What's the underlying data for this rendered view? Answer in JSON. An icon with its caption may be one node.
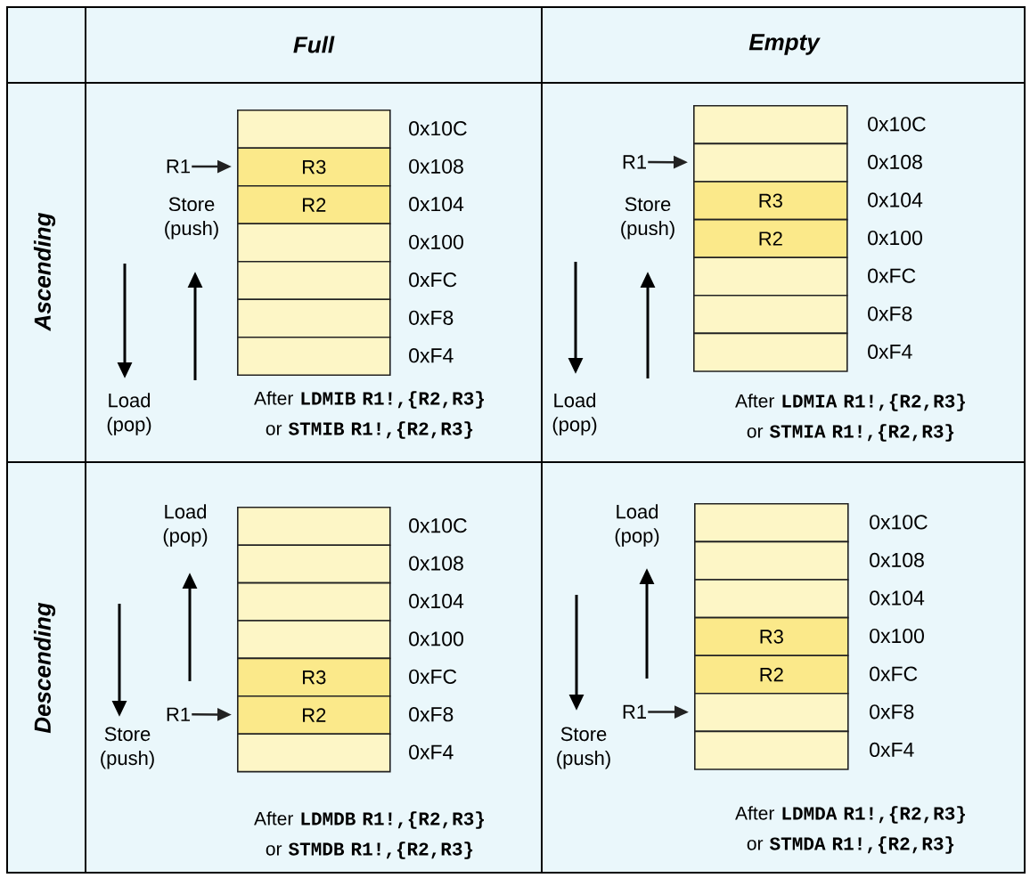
{
  "diagram": {
    "nodes": [
      {
        "text": [],
        "shape": "box",
        "beside": [
          "0x10C"
        ]
      },
      {
        "text": [
          "R3"
        ],
        "beside": [
          "0x108"
        ]
      },
      {
        "text": [
          "R2"
        ],
        "beside": [
          "0x104"
        ]
      },
      {
        "text": [],
        "shape": "box",
        "beside": [
          "0x100"
        ]
      },
      {
        "text": [],
        "shape": "box",
        "beside": [
          "0xFC"
        ]
      },
      {
        "text": [],
        "shape": "box",
        "beside": [
          "0xF8"
        ]
      },
      {
        "text": [],
        "shape": "box",
        "beside": [
          "0xF4"
        ]
      },
      {
        "text": [
          "R1"
        ]
      },
      {
        "text": [],
        "shape": "box",
        "beside": [
          "0x10C"
        ]
      },
      {
        "text": [],
        "shape": "box",
        "beside": [
          "0x108"
        ]
      },
      {
        "text": [
          "R3"
        ],
        "beside": [
          "0x104"
        ]
      },
      {
        "text": [
          "R2"
        ],
        "beside": [
          "0x100"
        ]
      },
      {
        "text": [],
        "shape": "box",
        "beside": [
          "0xFC"
        ]
      },
      {
        "text": [],
        "shape": "box",
        "beside": [
          "0xF8"
        ]
      },
      {
        "text": [],
        "shape": "box",
        "beside": [
          "0xF4"
        ]
      },
      {
        "text": [
          "R1"
        ]
      },
      {
        "text": [],
        "shape": "box",
        "beside": [
          "0x10C"
        ]
      },
      {
        "text": [],
        "shape": "box",
        "beside": [
          "0x108"
        ]
      },
      {
        "text": [],
        "shape": "box",
        "beside": [
          "0x104"
        ]
      },
      {
        "text": [],
        "shape": "box",
        "beside": [
          "0x100"
        ]
      },
      {
        "text": [
          "R3"
        ],
        "beside": [
          "0xFC"
        ]
      },
      {
        "text": [
          "R2"
        ],
        "beside": [
          "0xF8"
        ]
      },
      {
        "text": [],
        "shape": "box",
        "beside": [
          "0xF4"
        ]
      },
      {
        "text": [
          "R1"
        ]
      },
      {
        "text": [],
        "shape": "box",
        "beside": [
          "0x10C"
        ]
      },
      {
        "text": [],
        "shape": "box",
        "beside": [
          "0x108"
        ]
      },
      {
        "text": [],
        "shape": "box",
        "beside": [
          "0x104"
        ]
      },
      {
        "text": [
          "R3"
        ],
        "beside": [
          "0x100"
        ]
      },
      {
        "text": [
          "R2"
        ],
        "beside": [
          "0xFC"
        ]
      },
      {
        "text": [],
        "shape": "box",
        "beside": [
          "0xF8"
        ]
      },
      {
        "text": [],
        "shape": "box",
        "beside": [
          "0xF4"
        ]
      },
      {
        "text": [
          "R1"
        ]
      }
    ],
    "edges": [
      {
        "from": 7,
        "to": 1,
        "arrow": "to"
      },
      {
        "from": 15,
        "to": 9,
        "arrow": "to"
      },
      {
        "from": 23,
        "to": 21,
        "arrow": "to"
      },
      {
        "from": 31,
        "to": 29,
        "arrow": "to"
      }
    ],
    "labels": [
      "Full",
      "Empty",
      "Ascending",
      "Store (push)",
      "Load (pop)",
      "After **LDMIB R1!,{R2,R3}** or **STMIB R1!,{R2,R3}**",
      "Store (push)",
      "Load (pop)",
      "After **LDMIA R1!,{R2,R3}** or **STMIA R1!,{R2,R3}**",
      "Descending",
      "Load (pop)",
      "Store (push)",
      "After **LDMDB R1!,{R2,R3}** or **STMDB R1!,{R2,R3}**",
      "Load (pop)",
      "Store (push)",
      "After **LDMDA R1!,{R2,R3}** or **STMDA R1!,{R2,R3}**"
    ]
  }
}
